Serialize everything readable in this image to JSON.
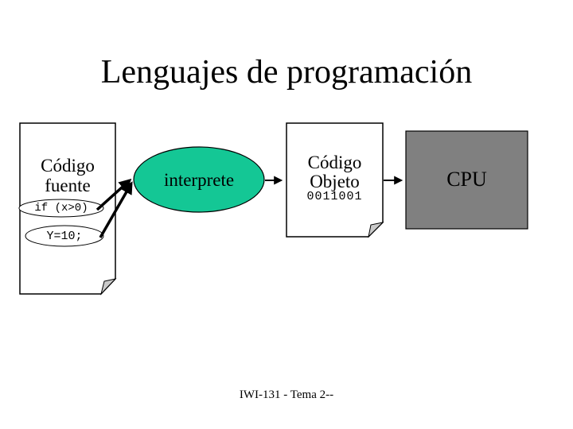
{
  "slide": {
    "title": "Lenguajes de programación",
    "footer": "IWI-131 - Tema 2--"
  },
  "diagram": {
    "source_document": {
      "label": "Código fuente",
      "snippets": [
        "if (x>0)",
        "Y=10;"
      ]
    },
    "interpreter": {
      "label": "interprete",
      "fill_color": "#14c795"
    },
    "object_document": {
      "label": "Código Objeto",
      "binary": "0011001"
    },
    "cpu": {
      "label": "CPU",
      "fill_color": "#808080"
    }
  }
}
